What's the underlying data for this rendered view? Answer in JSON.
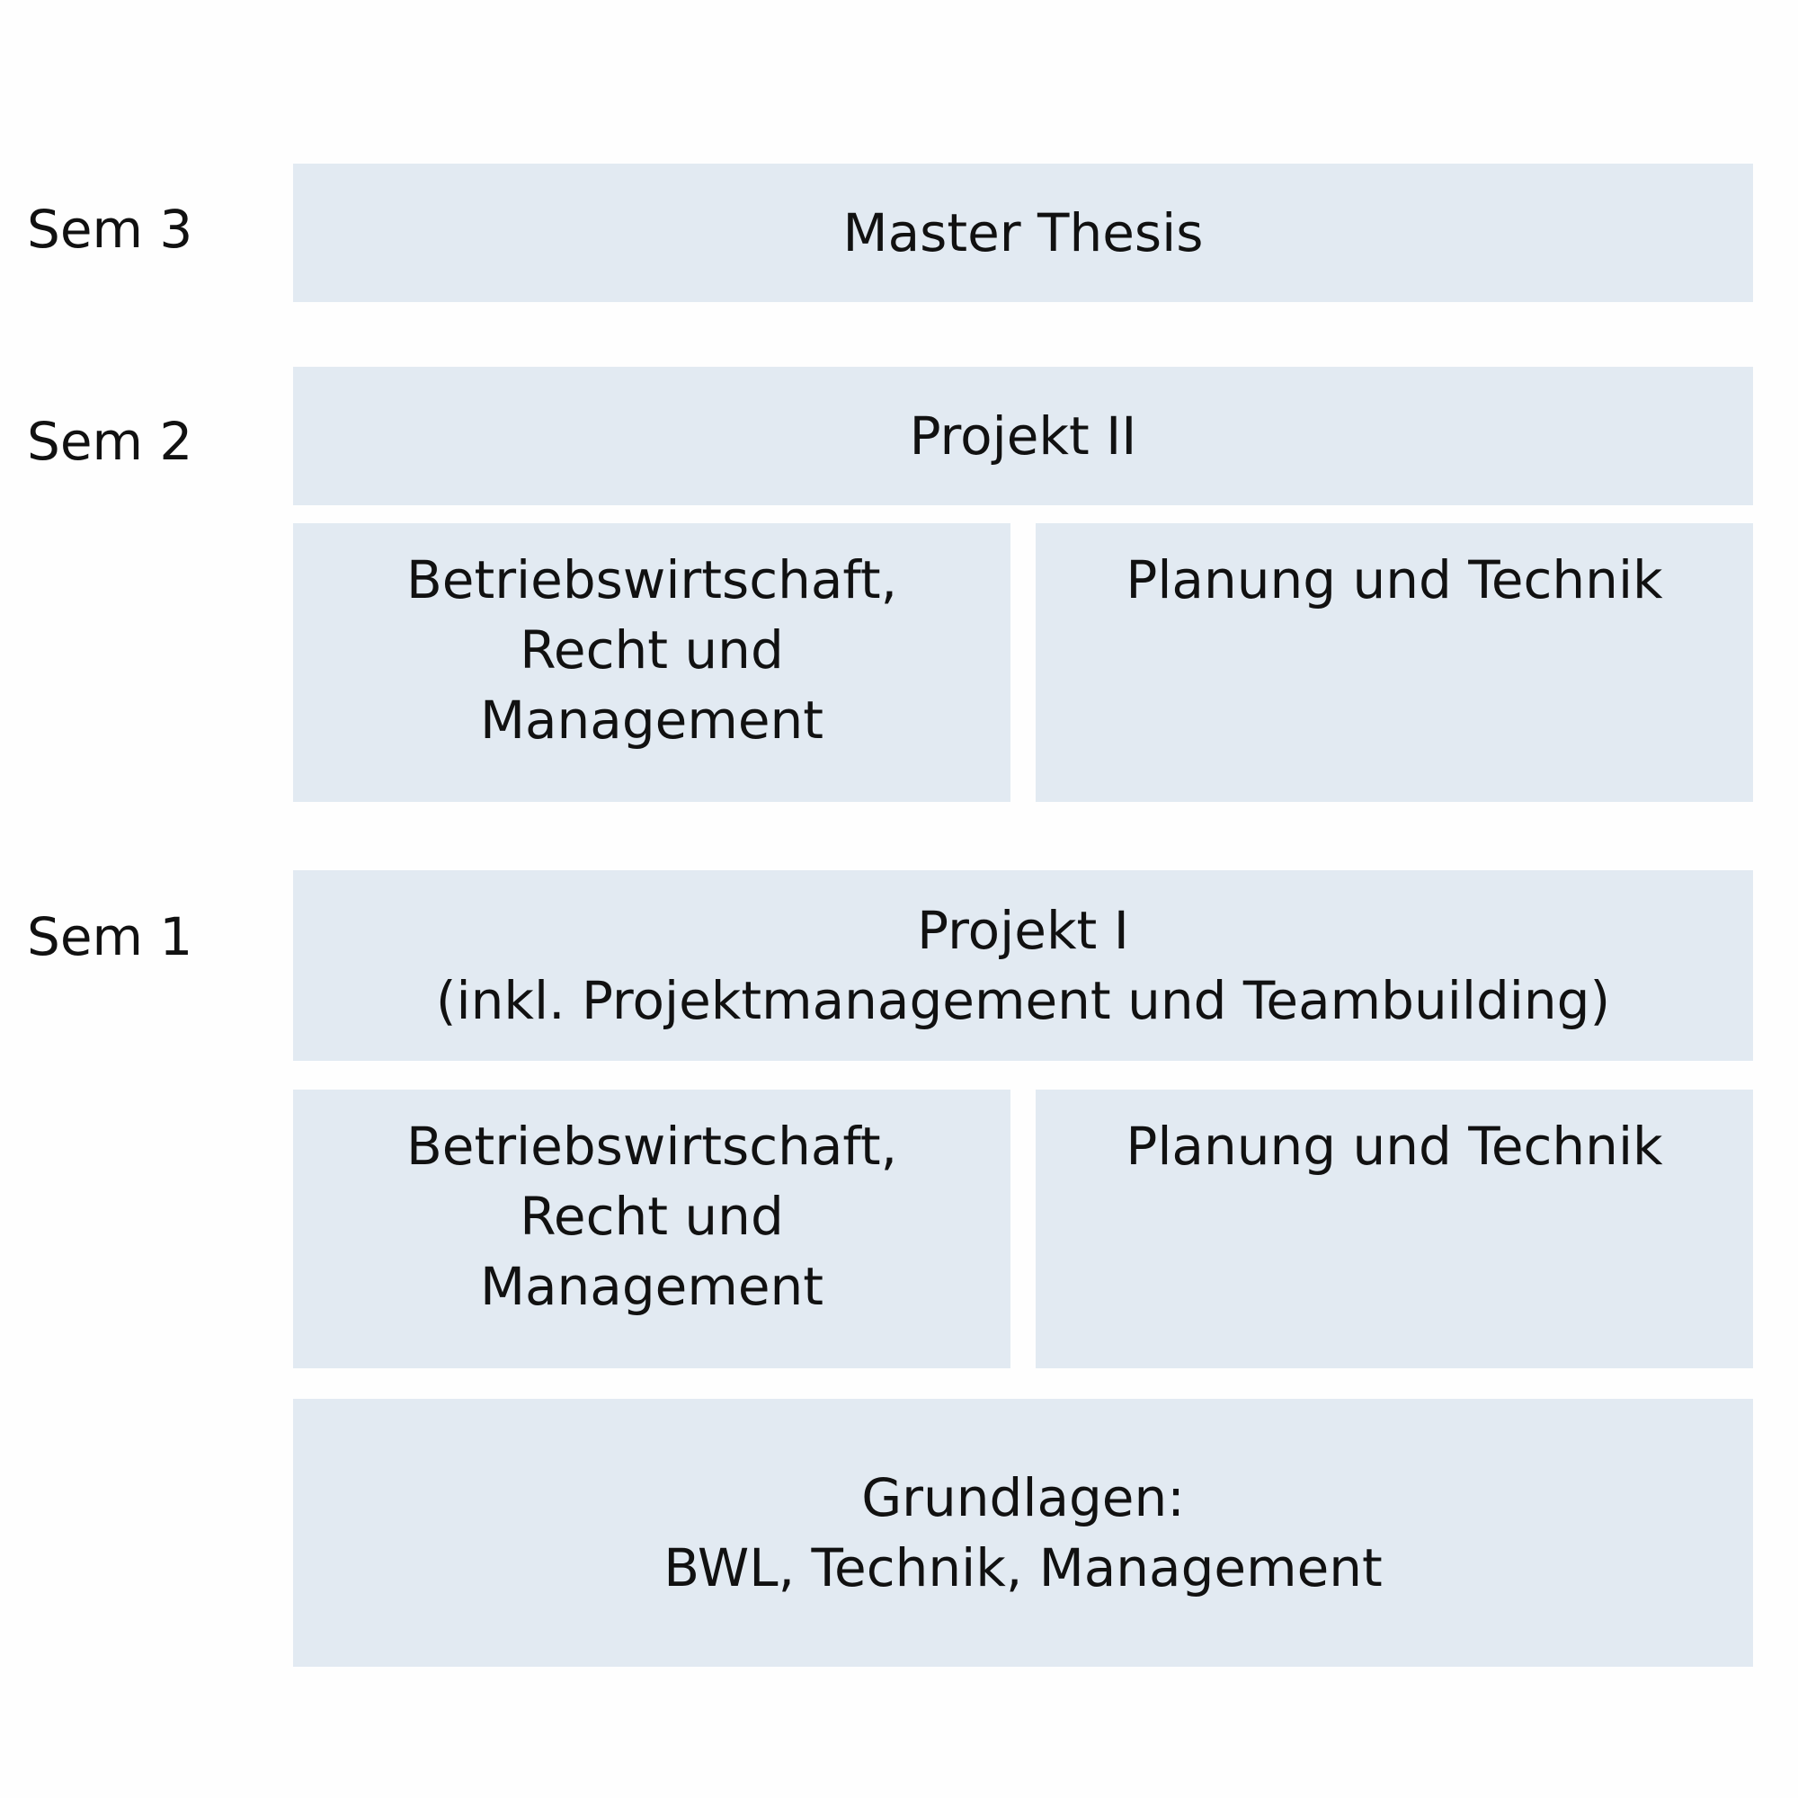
{
  "colors": {
    "block_fill": "#e2eaf2",
    "background": "#fefefe",
    "text": "#111111"
  },
  "semesters": [
    {
      "label": "Sem 3"
    },
    {
      "label": "Sem 2"
    },
    {
      "label": "Sem 1"
    }
  ],
  "sem3": {
    "master_thesis": "Master Thesis"
  },
  "sem2": {
    "projekt": "Projekt II",
    "bwl_block": [
      "Betriebswirtschaft,",
      "Recht und",
      "Management"
    ],
    "technik_block": "Planung und Technik"
  },
  "sem1": {
    "projekt": [
      "Projekt I",
      "(inkl. Projektmanagement und Teambuilding)"
    ],
    "bwl_block": [
      "Betriebswirtschaft,",
      "Recht und",
      "Management"
    ],
    "technik_block": "Planung und Technik",
    "grundlagen": [
      "Grundlagen:",
      "BWL, Technik, Management"
    ]
  }
}
